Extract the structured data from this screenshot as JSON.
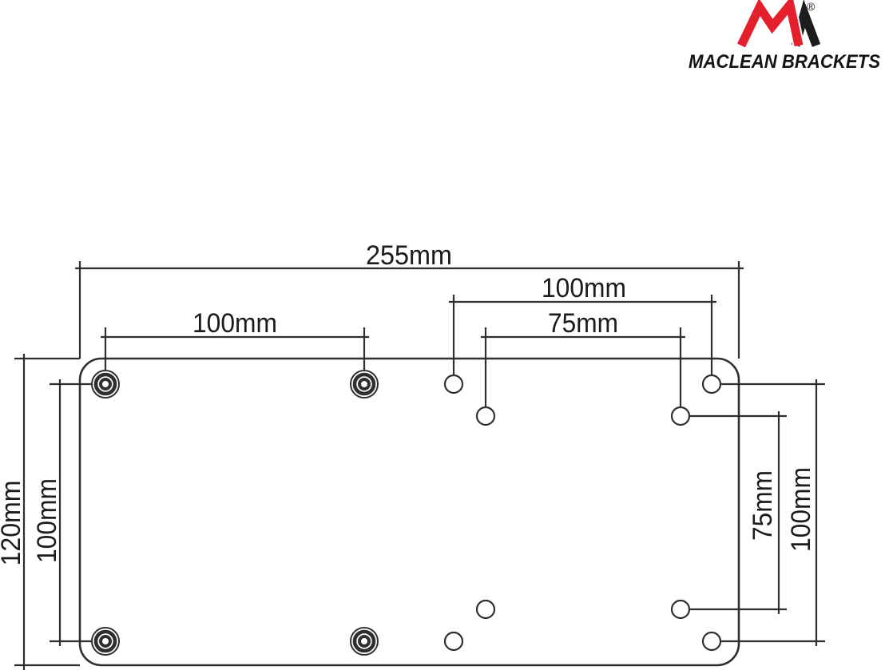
{
  "logo": {
    "brand": "MACLEAN BRACKETS",
    "registered_mark": "®",
    "colors": {
      "red": "#e4202c",
      "black": "#1d1d1f"
    }
  },
  "drawing": {
    "unit": "mm",
    "line_color": "#2f2f2f",
    "background": "#ffffff",
    "dimensions": {
      "plate_width": "255mm",
      "plate_height": "120mm",
      "left_pattern_width": "100mm",
      "left_pattern_height": "100mm",
      "right_pattern_100_width": "100mm",
      "right_pattern_100_height": "100mm",
      "right_pattern_75_width": "75mm",
      "right_pattern_75_height": "75mm"
    },
    "hole_patterns": {
      "left_grommet_holes": 4,
      "right_round_holes_100": 4,
      "right_round_holes_75": 4
    }
  }
}
